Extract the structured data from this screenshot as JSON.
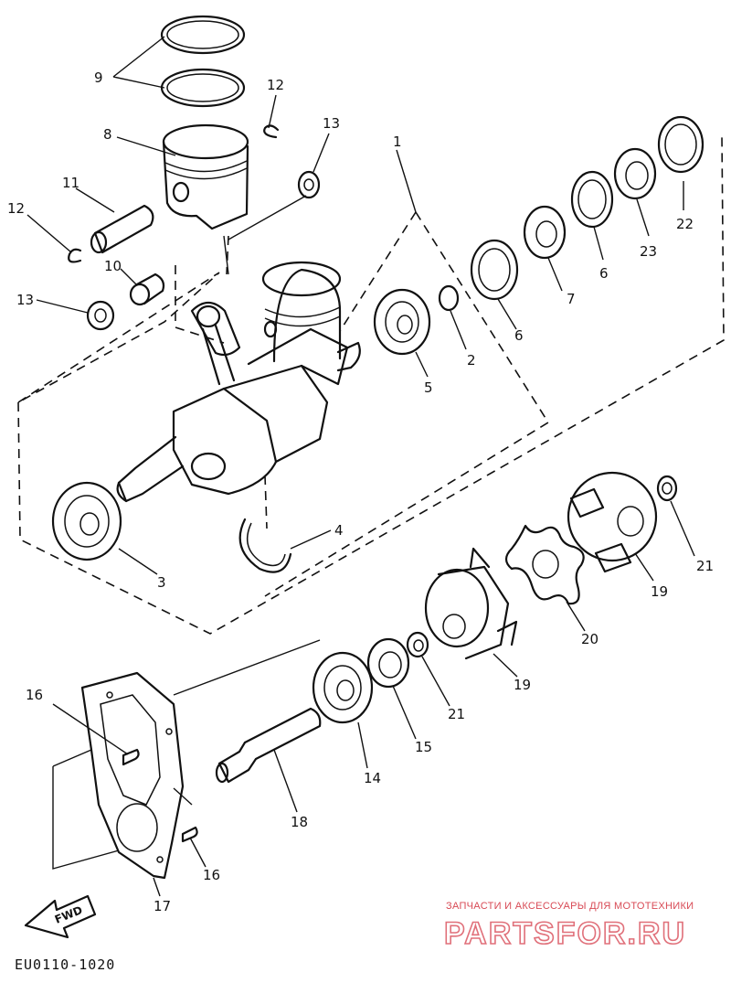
{
  "diagram": {
    "part_labels": [
      {
        "id": "9a",
        "text": "9"
      },
      {
        "id": "12a",
        "text": "12"
      },
      {
        "id": "13a",
        "text": "13"
      },
      {
        "id": "1",
        "text": "1"
      },
      {
        "id": "8",
        "text": "8"
      },
      {
        "id": "11",
        "text": "11"
      },
      {
        "id": "12b",
        "text": "12"
      },
      {
        "id": "10",
        "text": "10"
      },
      {
        "id": "13b",
        "text": "13"
      },
      {
        "id": "22",
        "text": "22"
      },
      {
        "id": "23",
        "text": "23"
      },
      {
        "id": "6a",
        "text": "6"
      },
      {
        "id": "7",
        "text": "7"
      },
      {
        "id": "6b",
        "text": "6"
      },
      {
        "id": "2",
        "text": "2"
      },
      {
        "id": "5",
        "text": "5"
      },
      {
        "id": "4",
        "text": "4"
      },
      {
        "id": "3",
        "text": "3"
      },
      {
        "id": "21a",
        "text": "21"
      },
      {
        "id": "19a",
        "text": "19"
      },
      {
        "id": "20",
        "text": "20"
      },
      {
        "id": "19b",
        "text": "19"
      },
      {
        "id": "21b",
        "text": "21"
      },
      {
        "id": "15",
        "text": "15"
      },
      {
        "id": "14",
        "text": "14"
      },
      {
        "id": "16a",
        "text": "16"
      },
      {
        "id": "18",
        "text": "18"
      },
      {
        "id": "16b",
        "text": "16"
      },
      {
        "id": "17",
        "text": "17"
      }
    ],
    "direction_marker": "FWD",
    "drawing_code": "EU0110-1020"
  },
  "watermark": {
    "tagline": "ЗАПЧАСТИ И АКСЕССУАРЫ ДЛЯ МОТОТЕХНИКИ",
    "brand": "PARTSFOR.RU",
    "color": "#d84a55"
  }
}
